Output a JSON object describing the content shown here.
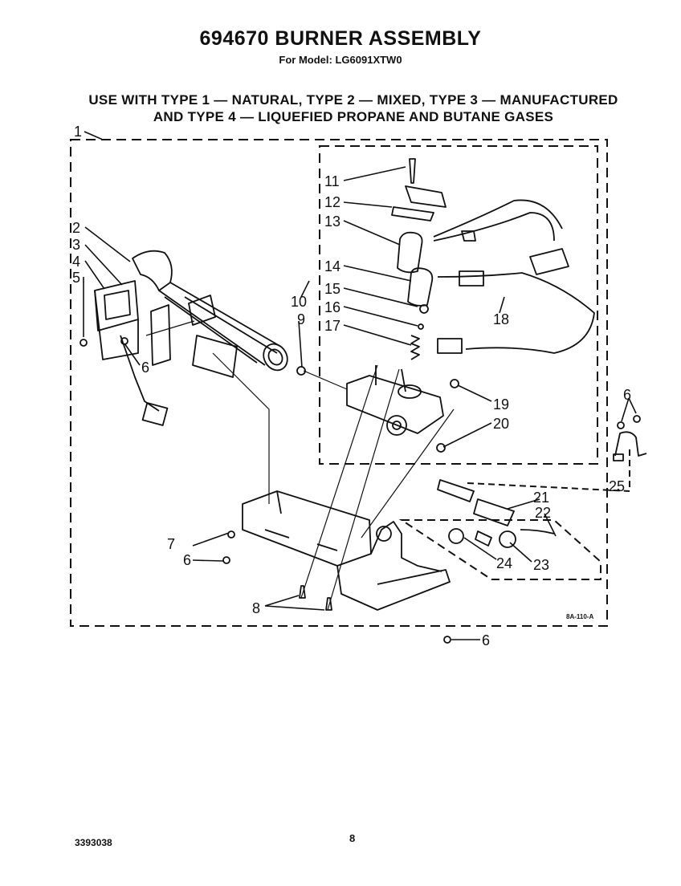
{
  "header": {
    "title": "694670 BURNER ASSEMBLY",
    "model": "For Model: LG6091XTW0",
    "usage_line1": "USE WITH TYPE 1 — NATURAL, TYPE 2 — MIXED, TYPE 3 — MANUFACTURED",
    "usage_line2": "AND TYPE 4 — LIQUEFIED PROPANE AND BUTANE GASES"
  },
  "drawing_code": "8A-110-A",
  "callouts": [
    "1",
    "2",
    "3",
    "4",
    "5",
    "6",
    "7",
    "8",
    "9",
    "10",
    "11",
    "12",
    "13",
    "14",
    "15",
    "16",
    "17",
    "18",
    "19",
    "20",
    "21",
    "22",
    "23",
    "24",
    "25"
  ],
  "footer": {
    "left": "3393038",
    "page": "8"
  }
}
